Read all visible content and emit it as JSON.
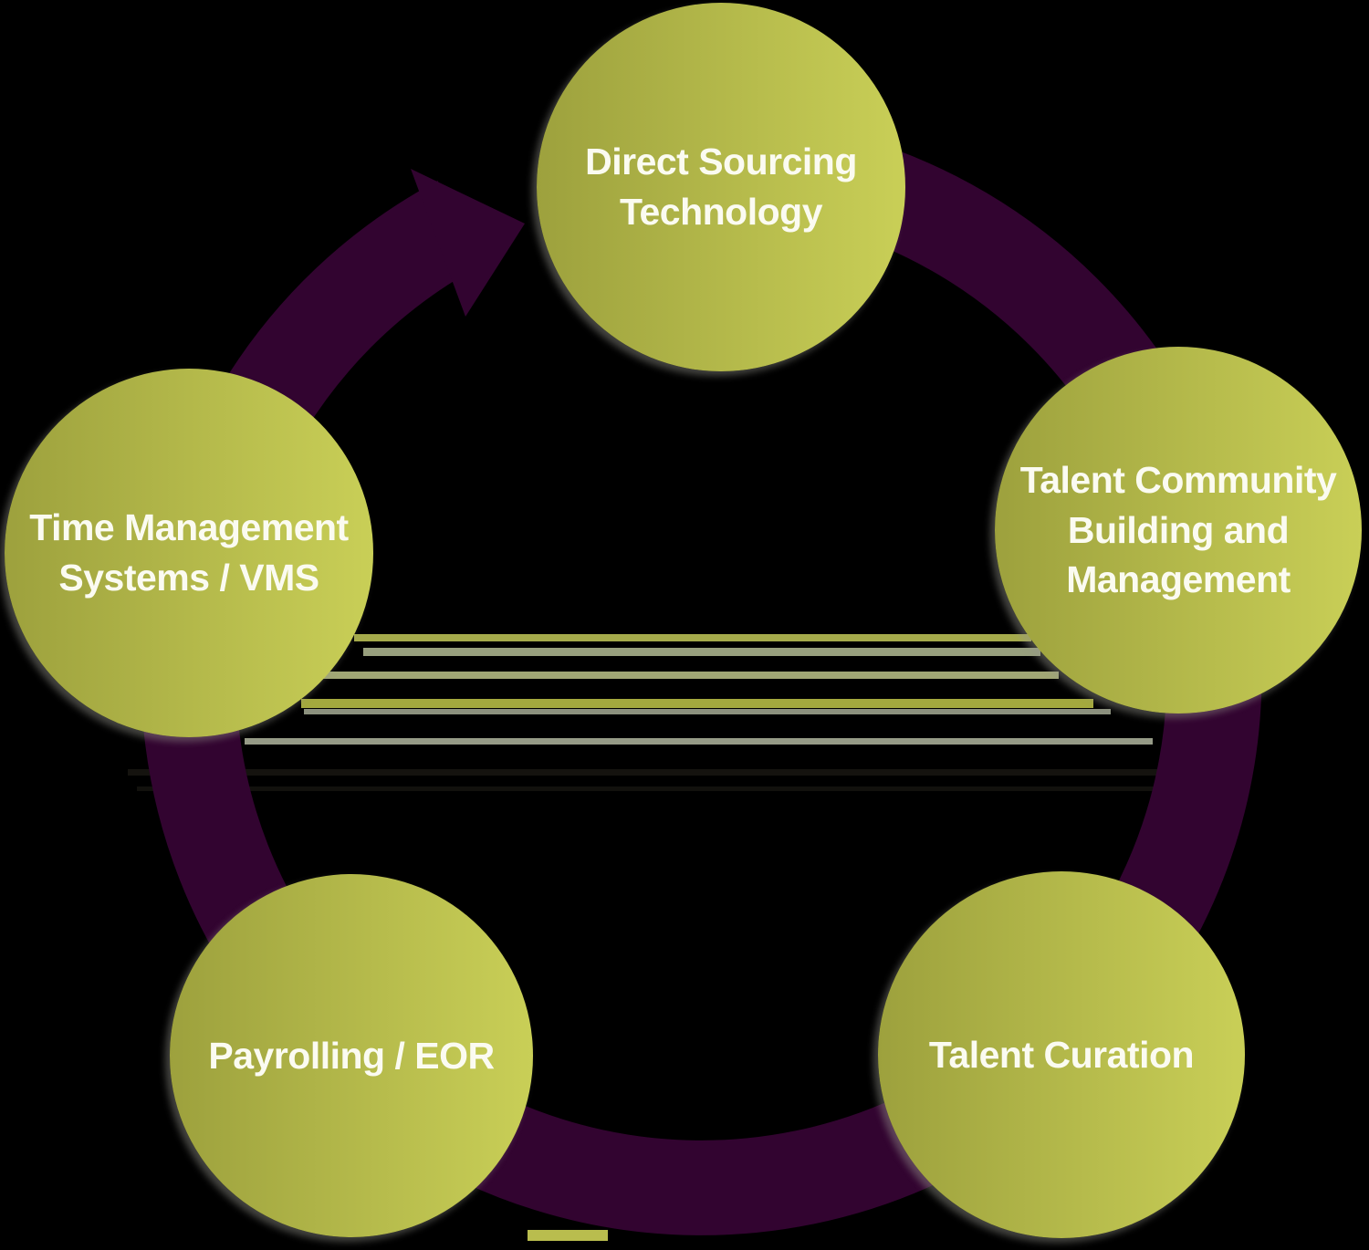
{
  "diagram": {
    "type": "cycle",
    "direction": "clockwise",
    "nodes": [
      {
        "id": "direct-sourcing-technology",
        "label": "Direct Sourcing\nTechnology"
      },
      {
        "id": "talent-community-building-and-management",
        "label": "Talent Community\nBuilding and\nManagement"
      },
      {
        "id": "talent-curation",
        "label": "Talent Curation"
      },
      {
        "id": "payrolling-eor",
        "label": "Payrolling / EOR"
      },
      {
        "id": "time-management-systems-vms",
        "label": "Time Management\nSystems / VMS"
      }
    ],
    "colors": {
      "node_gradient_left": "#9da13d",
      "node_gradient_right": "#c9cf57",
      "ring": "#320430",
      "label_text": "#fbfbf1",
      "background": "#000000"
    }
  }
}
